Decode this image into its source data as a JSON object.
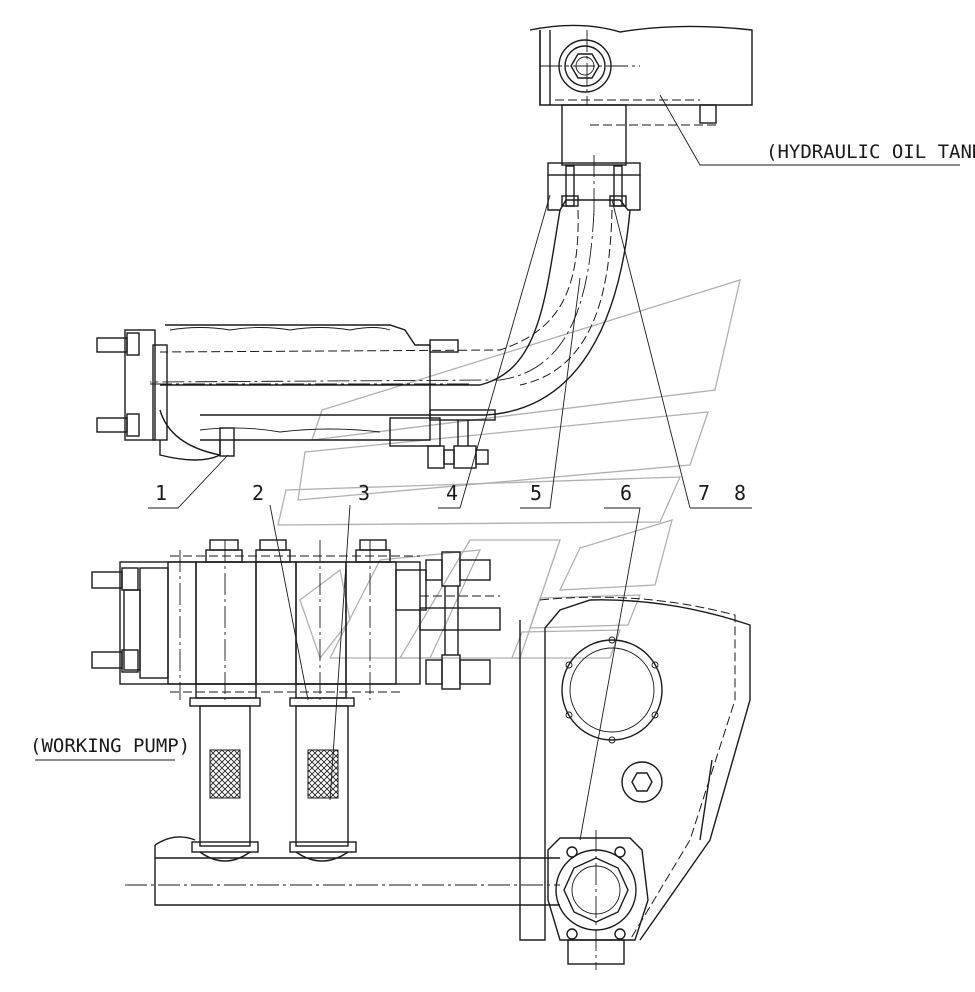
{
  "labels": {
    "tank": "(HYDRAULIC OIL TANK)",
    "pump": "(WORKING PUMP)"
  },
  "callouts": [
    "1",
    "2",
    "3",
    "4",
    "5",
    "6",
    "7",
    "8"
  ],
  "colors": {
    "ink": "#1a1a1a",
    "watermark": "#b0b0b0",
    "paper": "#ffffff"
  }
}
